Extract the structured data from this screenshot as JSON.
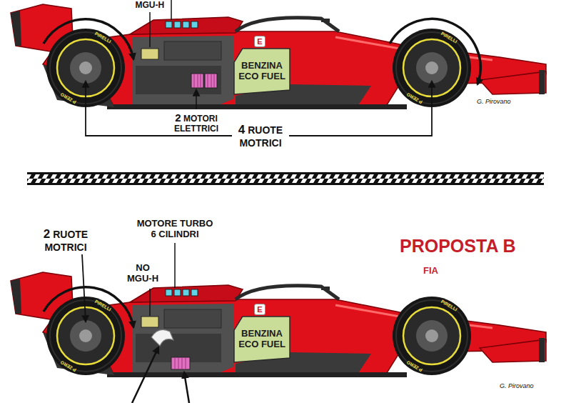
{
  "diagram": {
    "nodes": [
      {
        "text": [
          "E"
        ]
      },
      {
        "text": [
          "BENZINA ECO FUEL"
        ]
      },
      {
        "text": [
          "E"
        ]
      },
      {
        "text": [
          "BENZINA ECO FUEL"
        ]
      }
    ],
    "labels": [
      "MGU-H",
      "PIRELLI",
      "PIRELLI",
      "P ZERO",
      "P ZERO",
      "2 MOTORI ELETTRICI",
      "G. Pirovano",
      "4 RUOTE MOTRICI",
      "MOTORE TURBO 6 CILINDRI",
      "PROPOSTA B",
      "2 RUOTE MOTRICI",
      "NO MGU-H",
      "FIA",
      "PIRELLI",
      "PIRELLI",
      "P ZERO",
      "P ZERO",
      "G. Pirovano"
    ]
  }
}
